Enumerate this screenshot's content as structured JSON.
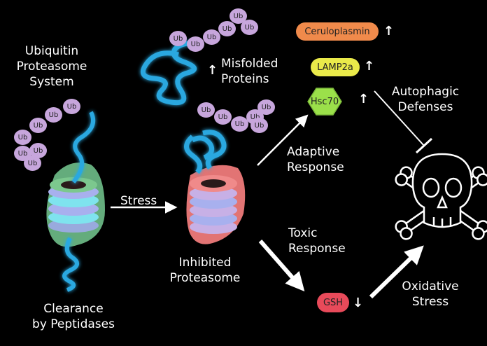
{
  "labels": {
    "ups_title": [
      "Ubiquitin",
      "Proteasome",
      "System"
    ],
    "clearance": [
      "Clearance",
      "by Peptidases"
    ],
    "stress": "Stress",
    "misfolded": [
      "Misfolded",
      "Proteins"
    ],
    "inhibited": [
      "Inhibited",
      "Proteasome"
    ],
    "adaptive": [
      "Adaptive",
      "Response"
    ],
    "toxic": [
      "Toxic",
      "Response"
    ],
    "autophagic": [
      "Autophagic",
      "Defenses"
    ],
    "oxidative": [
      "Oxidative",
      "Stress"
    ]
  },
  "ubiquitin_tag": "Ub",
  "markers": {
    "ceruloplasmin": {
      "label": "Ceruloplasmin",
      "arrow": "↑",
      "color": "#f08a4b"
    },
    "lamp2a": {
      "label": "LAMP2a",
      "arrow": "↑",
      "color": "#eaea4a"
    },
    "hsc70": {
      "label": "Hsc70",
      "arrow": "↑",
      "color": "#9be04a"
    },
    "gsh": {
      "label": "GSH",
      "arrow": "↓",
      "color": "#e84a5a"
    }
  },
  "misfolded_arrow": "↑",
  "colors": {
    "protein": "#29a8e0",
    "ub_bead": "#c7a6dc"
  }
}
